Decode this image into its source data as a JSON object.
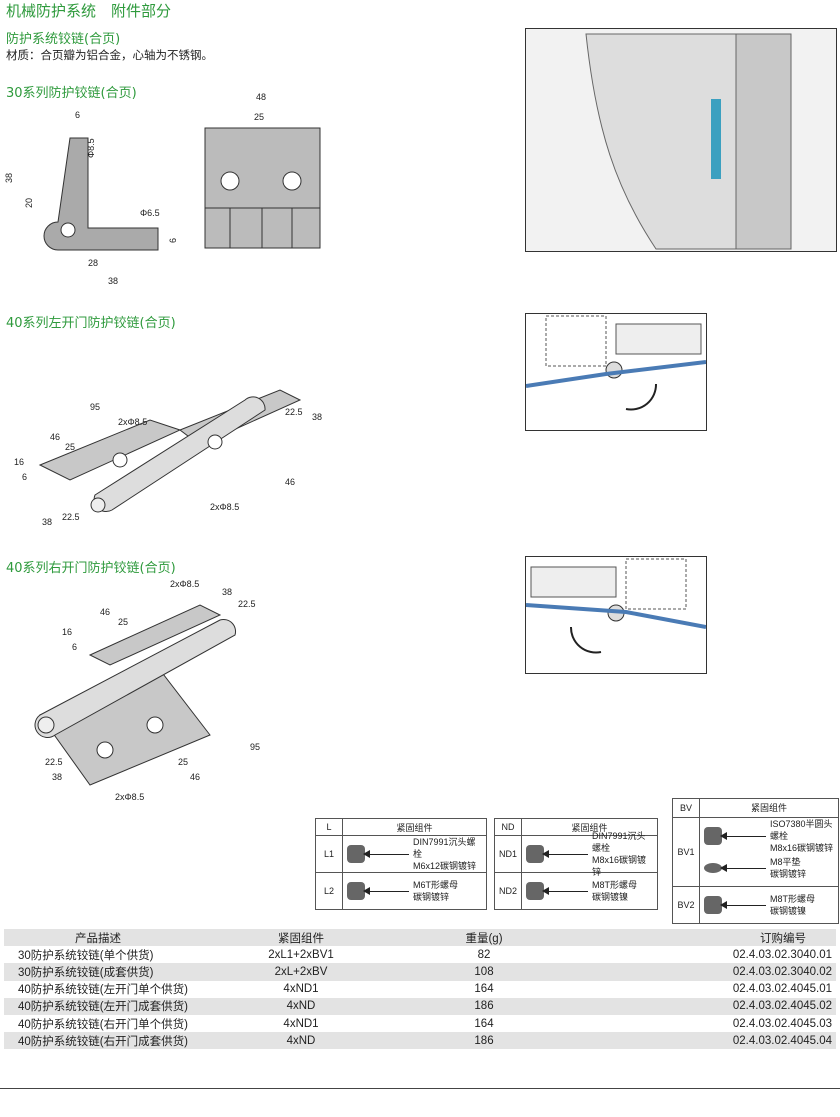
{
  "header": {
    "title": "机械防护系统　附件部分"
  },
  "intro": {
    "title": "防护系统铰链(合页)",
    "material": "材质：合页瓣为铝合金，心轴为不锈钢。"
  },
  "sections": [
    {
      "title": "30系列防护铰链(合页)",
      "dims": [
        "48",
        "25",
        "6",
        "Φ8.5",
        "38",
        "20",
        "Φ6.5",
        "6",
        "28",
        "38"
      ]
    },
    {
      "title": "40系列左开门防护铰链(合页)",
      "dims": [
        "95",
        "2xΦ8.5",
        "46",
        "25",
        "16",
        "6",
        "22.5",
        "38",
        "22.5",
        "38",
        "46",
        "2xΦ8.5"
      ]
    },
    {
      "title": "40系列右开门防护铰链(合页)",
      "dims": [
        "2xΦ8.5",
        "38",
        "22.5",
        "46",
        "25",
        "16",
        "6",
        "95",
        "22.5",
        "38",
        "25",
        "46",
        "2xΦ8.5"
      ]
    }
  ],
  "fastener_tables": [
    {
      "key": "L",
      "header": "紧固组件",
      "rows": [
        {
          "id": "L1",
          "items": [
            {
              "icon": "countersunk-bolt-icon",
              "l1": "DIN7991沉头螺栓",
              "l2": "M6x12碳钢镀锌"
            }
          ]
        },
        {
          "id": "L2",
          "items": [
            {
              "icon": "t-nut-icon",
              "l1": "M6T形螺母",
              "l2": "碳钢镀锌"
            }
          ]
        }
      ]
    },
    {
      "key": "ND",
      "header": "紧固组件",
      "rows": [
        {
          "id": "ND1",
          "items": [
            {
              "icon": "countersunk-bolt-icon",
              "l1": "DIN7991沉头螺栓",
              "l2": "M8x16碳钢镀锌"
            }
          ]
        },
        {
          "id": "ND2",
          "items": [
            {
              "icon": "t-nut-icon",
              "l1": "M8T形螺母",
              "l2": "碳钢镀镍"
            }
          ]
        }
      ]
    },
    {
      "key": "BV",
      "header": "紧固组件",
      "rows": [
        {
          "id": "BV1",
          "items": [
            {
              "icon": "button-head-bolt-icon",
              "l1": "ISO7380半圆头螺栓",
              "l2": "M8x16碳钢镀锌"
            },
            {
              "icon": "washer-icon",
              "l1": "M8平垫",
              "l2": "碳钢镀锌"
            }
          ]
        },
        {
          "id": "BV2",
          "items": [
            {
              "icon": "t-nut-icon",
              "l1": "M8T形螺母",
              "l2": "碳钢镀镍"
            }
          ]
        }
      ]
    }
  ],
  "product_table": {
    "headers": [
      "产品描述",
      "紧固组件",
      "重量(g)",
      "订购编号"
    ],
    "rows": [
      [
        "30防护系统铰链(单个供货)",
        "2xL1+2xBV1",
        "82",
        "02.4.03.02.3040.01"
      ],
      [
        "30防护系统铰链(成套供货)",
        "2xL+2xBV",
        "108",
        "02.4.03.02.3040.02"
      ],
      [
        "40防护系统铰链(左开门单个供货)",
        "4xND1",
        "164",
        "02.4.03.02.4045.01"
      ],
      [
        "40防护系统铰链(左开门成套供货)",
        "4xND",
        "186",
        "02.4.03.02.4045.02"
      ],
      [
        "40防护系统铰链(右开门单个供货)",
        "4xND1",
        "164",
        "02.4.03.02.4045.03"
      ],
      [
        "40防护系统铰链(右开门成套供货)",
        "4xND",
        "186",
        "02.4.03.02.4045.04"
      ]
    ]
  }
}
